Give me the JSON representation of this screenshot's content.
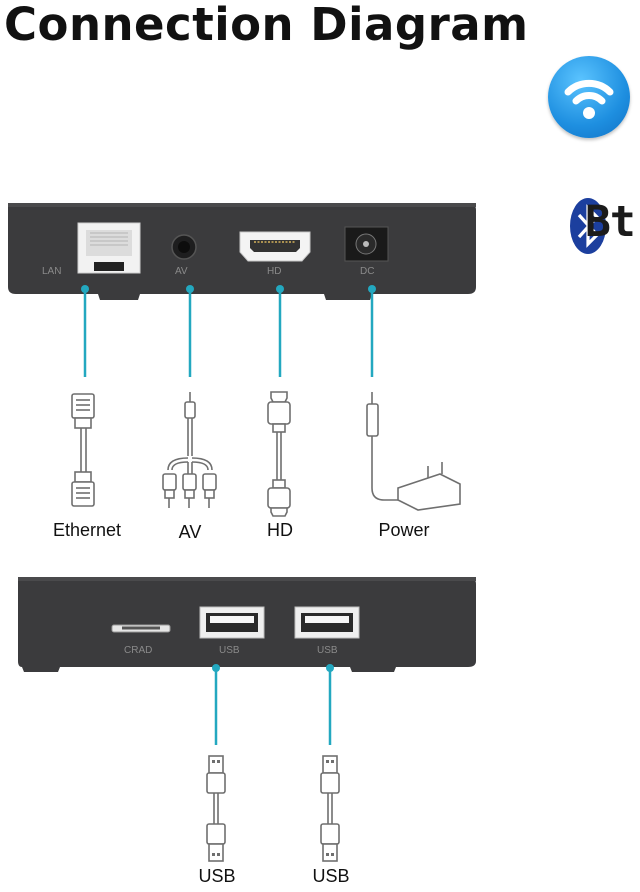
{
  "title": "Connection Diagram",
  "badges": {
    "bluetooth_text": "Bt"
  },
  "colors": {
    "device_body": "#3b3b3d",
    "cable_line": "#23a8c0",
    "wifi_badge": "#1e8fe0"
  },
  "top_device": {
    "ports": [
      {
        "label": "LAN",
        "icon": "rj45-port-icon"
      },
      {
        "label": "AV",
        "icon": "av-jack-icon"
      },
      {
        "label": "HD",
        "icon": "hdmi-port-icon"
      },
      {
        "label": "DC",
        "icon": "dc-power-port-icon"
      }
    ],
    "connectors": [
      {
        "label": "Ethernet",
        "icon": "ethernet-cable-icon"
      },
      {
        "label": "AV",
        "icon": "av-cable-icon"
      },
      {
        "label": "HD",
        "icon": "hdmi-cable-icon"
      },
      {
        "label": "Power",
        "icon": "power-adapter-icon"
      }
    ]
  },
  "bottom_device": {
    "ports": [
      {
        "label": "CRAD",
        "icon": "card-slot-icon"
      },
      {
        "label": "USB",
        "icon": "usb-port-icon"
      },
      {
        "label": "USB",
        "icon": "usb-port-icon"
      }
    ],
    "connectors": [
      {
        "label": "USB",
        "icon": "usb-cable-icon"
      },
      {
        "label": "USB",
        "icon": "usb-cable-icon"
      }
    ]
  }
}
